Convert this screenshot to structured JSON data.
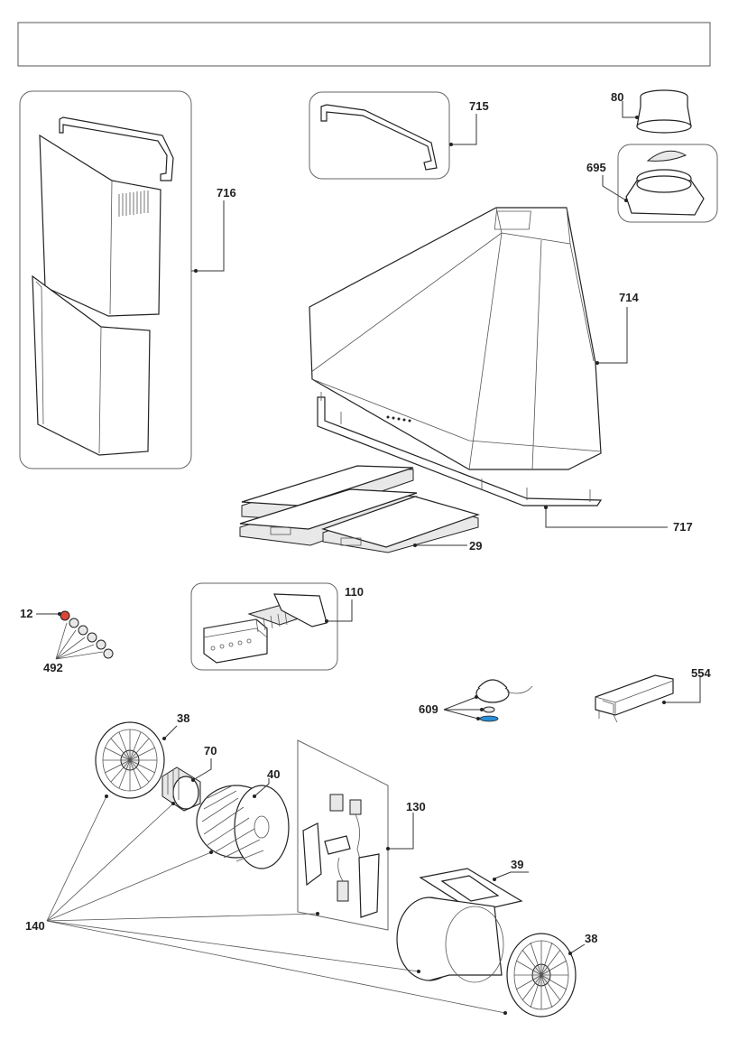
{
  "labels": {
    "p716": "716",
    "p715": "715",
    "p80": "80",
    "p695": "695",
    "p714": "714",
    "p717": "717",
    "p29": "29",
    "p12": "12",
    "p492": "492",
    "p110": "110",
    "p609": "609",
    "p554": "554",
    "p38a": "38",
    "p70": "70",
    "p40": "40",
    "p130": "130",
    "p39": "39",
    "p38b": "38",
    "p140": "140"
  },
  "colors": {
    "knob_highlight": "#d9463a",
    "lamp_lens": "#2b8fd6",
    "line": "#333333"
  }
}
